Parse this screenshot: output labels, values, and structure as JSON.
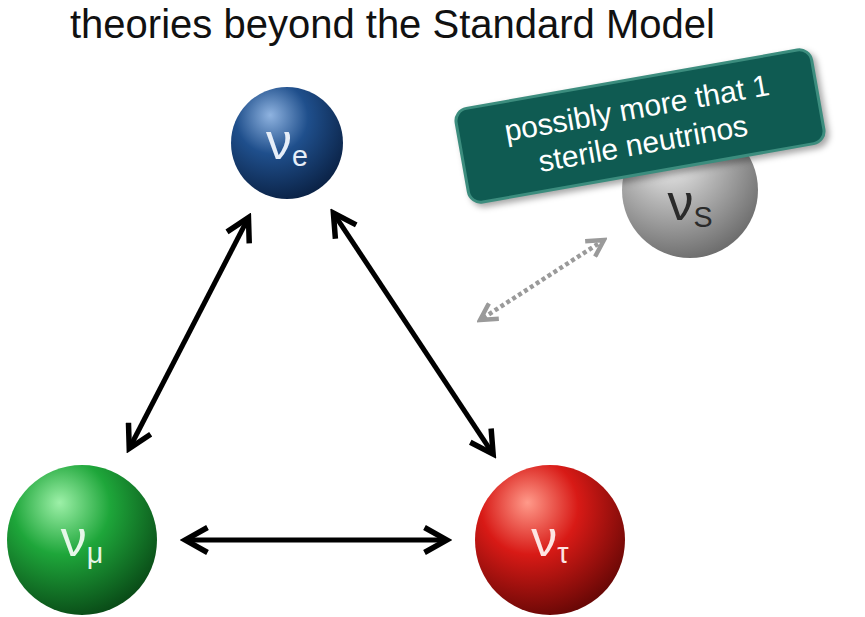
{
  "diagram": {
    "title": "theories beyond the Standard Model",
    "nodes": [
      {
        "text": [
          "νe"
        ]
      },
      {
        "text": [
          "possibly more that 1 sterile neutrinos"
        ]
      },
      {
        "text": [
          "νS"
        ]
      },
      {
        "text": [
          "νμ"
        ]
      },
      {
        "text": [
          "ντ"
        ]
      }
    ],
    "edges": [
      {
        "from": 0,
        "to": 3,
        "arrow": "both"
      },
      {
        "from": 0,
        "to": 4,
        "arrow": "both"
      },
      {
        "from": 3,
        "to": 4,
        "arrow": "both"
      }
    ]
  }
}
